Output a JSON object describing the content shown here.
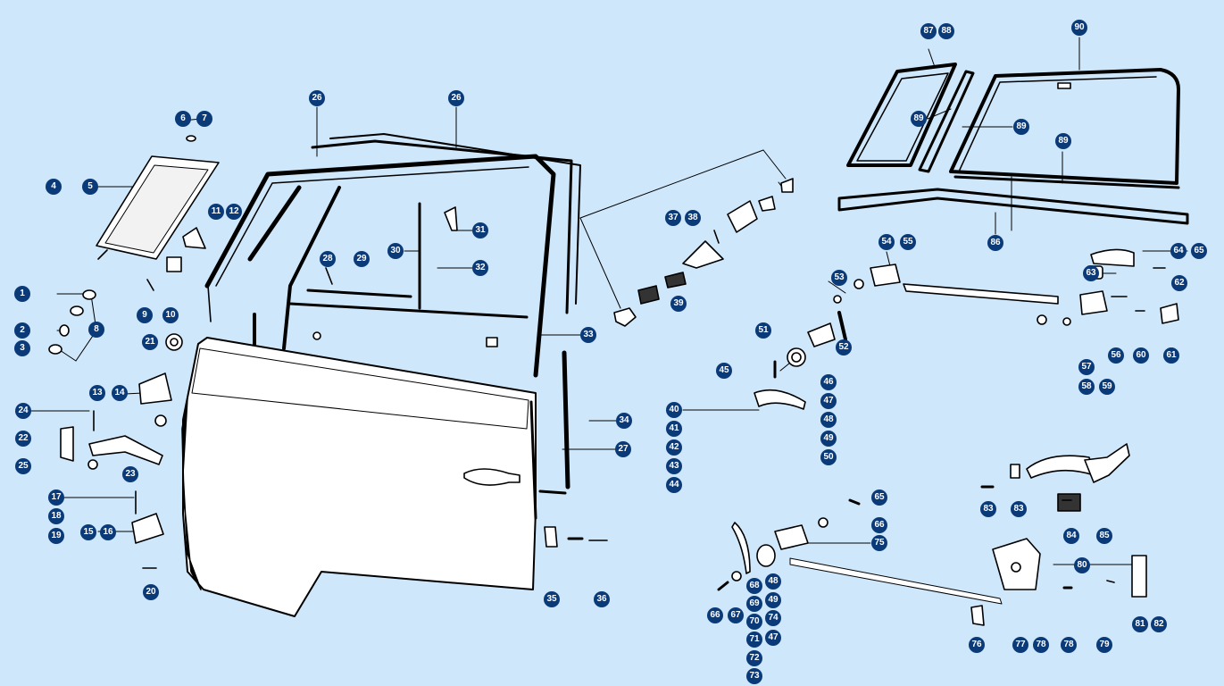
{
  "colors": {
    "background": "#cfe7fb",
    "badge": "#0b3a78",
    "badge_text": "#ffffff",
    "line": "#000000"
  },
  "labels": [
    "1",
    "2",
    "3",
    "4",
    "5",
    "6",
    "7",
    "8",
    "9",
    "10",
    "11",
    "12",
    "13",
    "14",
    "15",
    "16",
    "17",
    "18",
    "19",
    "20",
    "21",
    "22",
    "23",
    "24",
    "25",
    "26",
    "26",
    "27",
    "28",
    "29",
    "30",
    "31",
    "32",
    "33",
    "34",
    "35",
    "36",
    "37",
    "38",
    "39",
    "40",
    "41",
    "42",
    "43",
    "44",
    "45",
    "46",
    "47",
    "48",
    "49",
    "50",
    "51",
    "52",
    "53",
    "54",
    "55",
    "56",
    "57",
    "58",
    "59",
    "60",
    "61",
    "62",
    "63",
    "64",
    "65",
    "65",
    "66",
    "66",
    "67",
    "68",
    "69",
    "70",
    "71",
    "72",
    "73",
    "47",
    "48",
    "49",
    "74",
    "75",
    "76",
    "77",
    "78",
    "78",
    "79",
    "80",
    "81",
    "82",
    "83",
    "83",
    "84",
    "85",
    "86",
    "87",
    "88",
    "89",
    "89",
    "89",
    "90"
  ]
}
